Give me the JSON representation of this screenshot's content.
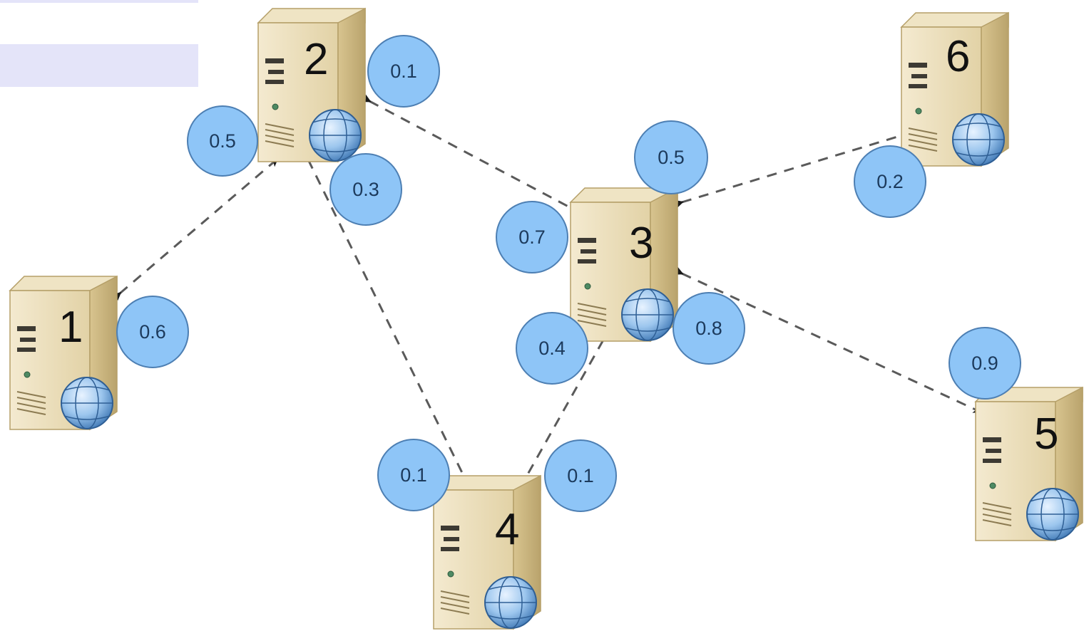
{
  "servers": [
    {
      "id": "1",
      "label": "1"
    },
    {
      "id": "2",
      "label": "2"
    },
    {
      "id": "3",
      "label": "3"
    },
    {
      "id": "4",
      "label": "4"
    },
    {
      "id": "5",
      "label": "5"
    },
    {
      "id": "6",
      "label": "6"
    }
  ],
  "edges": [
    {
      "from": "1",
      "to": "2",
      "bidirectional": true
    },
    {
      "from": "2",
      "to": "3",
      "bidirectional": true
    },
    {
      "from": "2",
      "to": "4",
      "bidirectional": true
    },
    {
      "from": "3",
      "to": "4",
      "bidirectional": true
    },
    {
      "from": "3",
      "to": "5",
      "bidirectional": true
    },
    {
      "from": "3",
      "to": "6",
      "bidirectional": true
    }
  ],
  "weights": [
    {
      "server": "1",
      "edge_to": "2",
      "value": "0.6"
    },
    {
      "server": "2",
      "edge_to": "1",
      "value": "0.5"
    },
    {
      "server": "2",
      "edge_to": "3",
      "value": "0.1"
    },
    {
      "server": "2",
      "edge_to": "4",
      "value": "0.3"
    },
    {
      "server": "3",
      "edge_to": "6",
      "value": "0.5"
    },
    {
      "server": "3",
      "edge_to": "2",
      "value": "0.7"
    },
    {
      "server": "3",
      "edge_to": "4",
      "value": "0.4"
    },
    {
      "server": "3",
      "edge_to": "5",
      "value": "0.8"
    },
    {
      "server": "4",
      "edge_to": "2",
      "value": "0.1"
    },
    {
      "server": "4",
      "edge_to": "3",
      "value": "0.1"
    },
    {
      "server": "5",
      "edge_to": "3",
      "value": "0.9"
    },
    {
      "server": "6",
      "edge_to": "3",
      "value": "0.2"
    }
  ],
  "colors": {
    "weight_fill": "#8ec5f7",
    "weight_stroke": "#4d7fb3",
    "edge": "#5a5a5a",
    "server_body": "#e6d7b0",
    "globe": "#6fa3d6",
    "highlight_band": "#e4e4f9"
  },
  "icons": {
    "server": "server-with-globe-icon"
  }
}
